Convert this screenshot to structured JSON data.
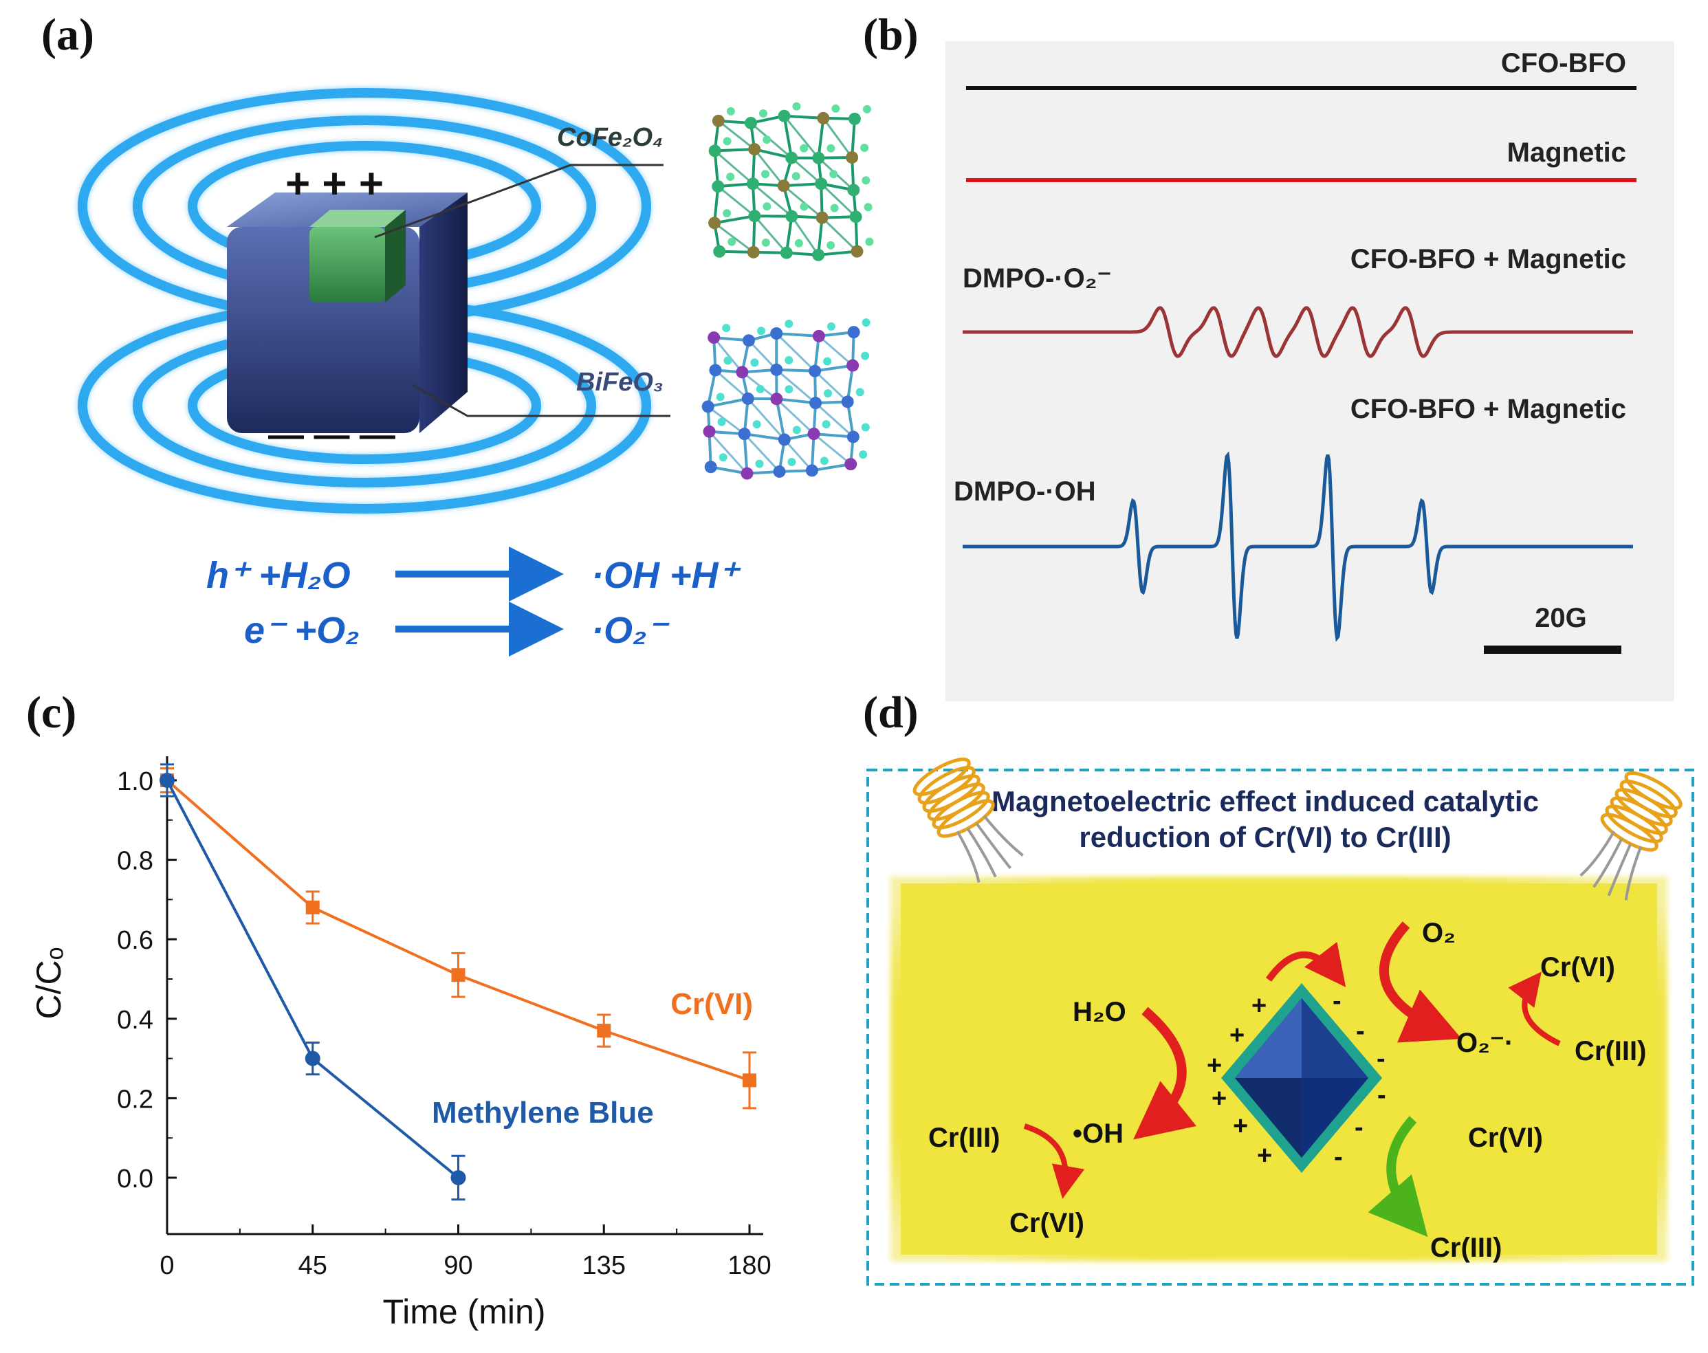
{
  "panels": {
    "a": {
      "label": "(a)",
      "material_top": "CoFe₂O₄",
      "material_bottom": "BiFeO₃",
      "plus_signs": "+ + +",
      "minus_signs": "— — —",
      "eq1_left": "h⁺ +H₂O",
      "eq1_right": "·OH +H⁺",
      "eq2_left": "e⁻ +O₂",
      "eq2_right": "·O₂⁻"
    },
    "b": {
      "label": "(b)",
      "trace_labels": [
        "CFO-BFO",
        "Magnetic",
        "CFO-BFO + Magnetic",
        "CFO-BFO + Magnetic"
      ],
      "adduct_labels": [
        "DMPO-·O₂⁻",
        "DMPO-·OH"
      ],
      "scale_bar": "20G",
      "colors": [
        "#111111",
        "#e0141e",
        "#9b3535",
        "#1a5a9a"
      ]
    },
    "c": {
      "label": "(c)"
    },
    "d": {
      "label": "(d)",
      "title_line1": "Magnetoelectric effect induced catalytic",
      "title_line2": "reduction of Cr(VI) to Cr(III)",
      "h2o": "H₂O",
      "oh": "•OH",
      "o2": "O₂",
      "o2_radical": "O₂⁻·",
      "cr_left_from": "Cr(III)",
      "cr_left_to": "Cr(VI)",
      "cr_top_right_a": "Cr(VI)",
      "cr_top_right_b": "Cr(III)",
      "cr_bottom_right_from": "Cr(VI)",
      "cr_bottom_right_to": "Cr(III)",
      "plus": "+",
      "minus": "-"
    }
  },
  "chart_data": {
    "type": "line",
    "x": [
      0,
      45,
      90,
      135,
      180
    ],
    "xticks": [
      0,
      45,
      90,
      135,
      180
    ],
    "yticks": [
      "0.0",
      "0.2",
      "0.4",
      "0.6",
      "0.8",
      "1.0"
    ],
    "xlim": [
      0,
      180
    ],
    "ylim": [
      -0.12,
      1.05
    ],
    "xlabel": "Time (min)",
    "ylabel": "C/Cₒ",
    "series": [
      {
        "name": "Cr(VI)",
        "color": "#f07020",
        "marker": "square",
        "x": [
          0,
          45,
          90,
          135,
          180
        ],
        "values": [
          1.0,
          0.68,
          0.51,
          0.37,
          0.245
        ],
        "errors": [
          0.03,
          0.04,
          0.055,
          0.04,
          0.07
        ]
      },
      {
        "name": "Methylene Blue",
        "color": "#1f5aa8",
        "marker": "circle",
        "x": [
          0,
          45,
          90
        ],
        "values": [
          1.0,
          0.3,
          0.0
        ],
        "errors": [
          0.04,
          0.04,
          0.055
        ]
      }
    ]
  }
}
